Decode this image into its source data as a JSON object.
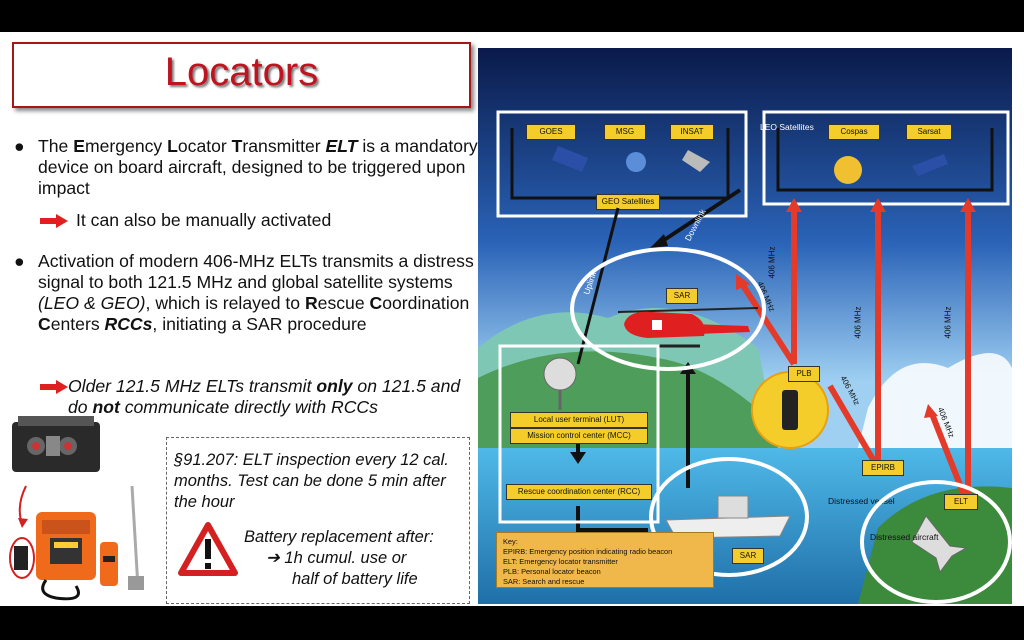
{
  "title": "Locators",
  "bullets": [
    {
      "parts": [
        "The ",
        "E",
        "mergency ",
        "L",
        "ocator ",
        "T",
        "ransmitter ",
        "ELT",
        " is a mandatory device on board aircraft, designed to be triggered upon impact"
      ],
      "sub": "It can also be manually activated"
    },
    {
      "parts": [
        "Activation of modern 406-MHz ELTs transmits a distress signal to both 121.5 MHz and global satellite systems ",
        "(LEO & GEO)",
        ", which is relayed to ",
        "R",
        "escue ",
        "C",
        "oordination ",
        "C",
        "enters ",
        "RCCs",
        ", initiating a SAR procedure"
      ],
      "sub_parts": [
        "Older 121.5 MHz ELTs transmit ",
        "only",
        " on 121.5 and do ",
        "not",
        " communicate directly with RCCs"
      ]
    }
  ],
  "regulation": "§91.207: ELT inspection every 12 cal. months. Test can be done 5 min after the hour",
  "battery": {
    "heading": "Battery replacement after:",
    "item1": "➔ 1h cumul. use or",
    "item2": "half of battery life"
  },
  "diagram": {
    "geo_sats": [
      "GOES",
      "MSG",
      "INSAT"
    ],
    "geo_label": "GEO Satellites",
    "leo_label": "LEO Satellites",
    "leo_sats": [
      "Cospas",
      "Sarsat"
    ],
    "downlink": "Downlink",
    "uplink": "Uplink",
    "freq": "406 MHz",
    "sar_heli": "SAR",
    "sar_ship": "SAR",
    "plb": "PLB",
    "epirb": "EPIRB",
    "elt": "ELT",
    "lut": "Local user terminal (LUT)",
    "mcc": "Mission control center (MCC)",
    "rcc": "Rescue coordination center (RCC)",
    "vessel": "Distressed vessel",
    "aircraft": "Distressed aircraft",
    "key_title": "Key:",
    "key_items": [
      "EPIRB: Emergency position indicating radio beacon",
      "ELT: Emergency locator transmitter",
      "PLB: Personal locator beacon",
      "SAR: Search and rescue"
    ]
  },
  "colors": {
    "title_red": "#c1121f",
    "arrow_red": "#e02020",
    "sky_top": "#0a1a4a",
    "label_yellow": "#f5cd2b"
  }
}
